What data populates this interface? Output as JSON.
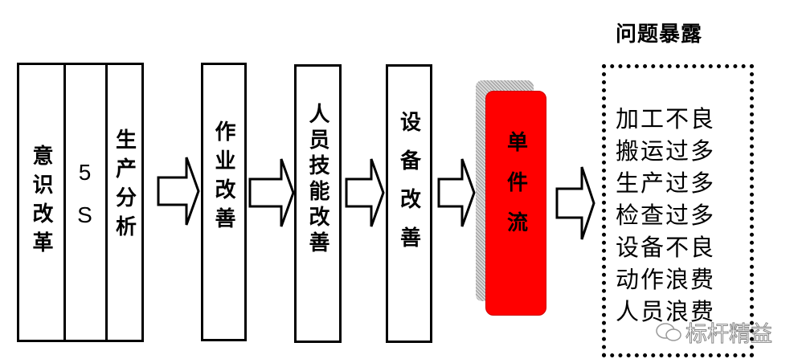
{
  "title": "问题暴露",
  "stage1": [
    "意识改革",
    "5S",
    "生产分析"
  ],
  "stage2": "作业改善",
  "stage3": "人员技能改善",
  "stage4": "设备改善",
  "stage5": "单件流",
  "problems": [
    "加工不良",
    "搬运过多",
    "生产过多",
    "检查过多",
    "设备不良",
    "动作浪费",
    "人员浪费"
  ],
  "watermark": "标杆精益",
  "colors": {
    "highlight": "#ff0000",
    "line": "#000000"
  }
}
